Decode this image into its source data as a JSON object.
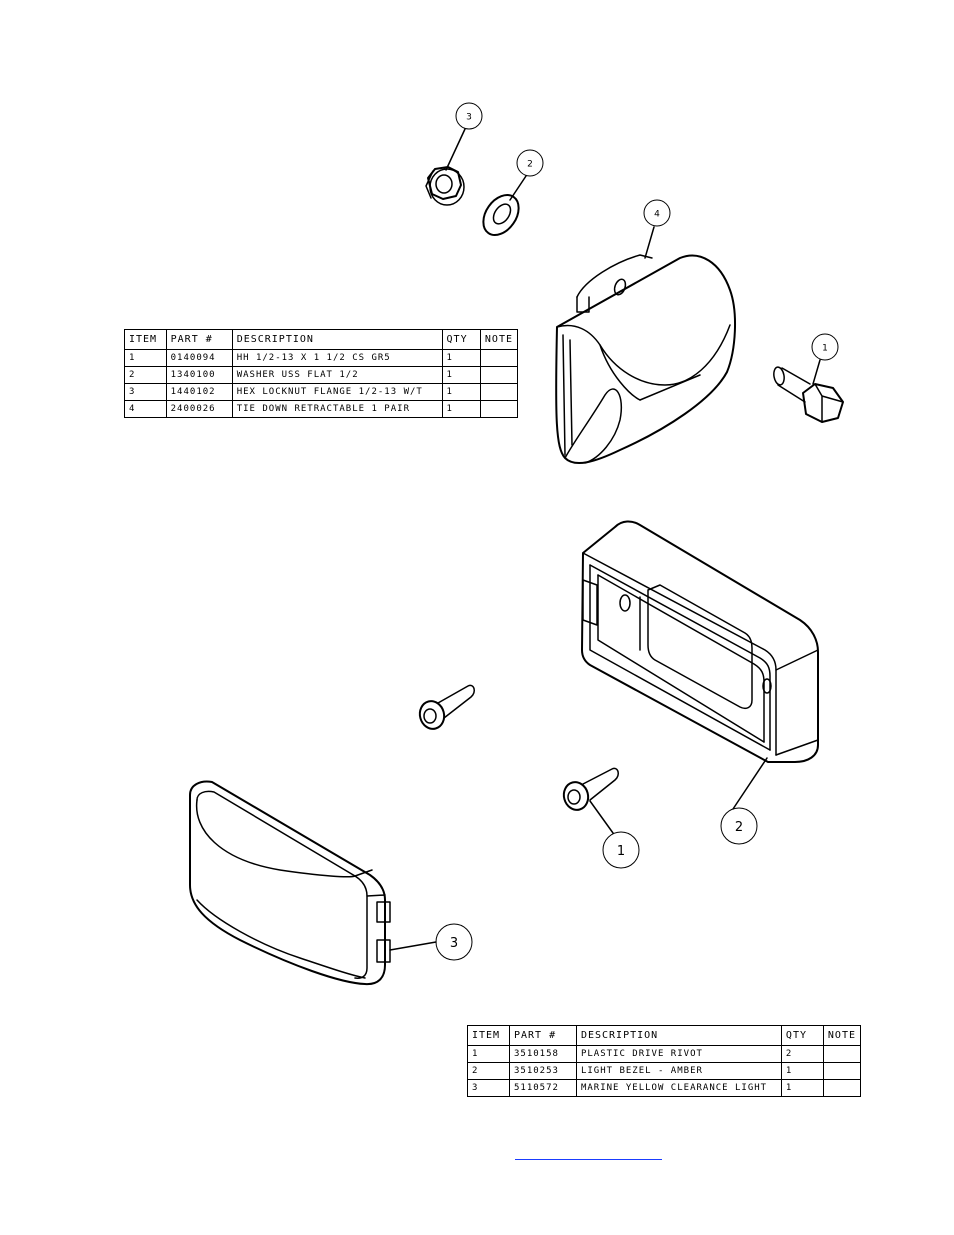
{
  "callouts_upper": [
    "3",
    "2",
    "4",
    "1"
  ],
  "callouts_lower": [
    "2",
    "1",
    "3"
  ],
  "bom_upper": {
    "headers": [
      "ITEM",
      "PART #",
      "DESCRIPTION",
      "QTY",
      "NOTE"
    ],
    "rows": [
      [
        "1",
        "0140094",
        "HH 1/2-13 X 1 1/2 CS GR5",
        "1",
        ""
      ],
      [
        "2",
        "1340100",
        "WASHER USS FLAT 1/2",
        "1",
        ""
      ],
      [
        "3",
        "1440102",
        "HEX LOCKNUT FLANGE 1/2-13 W/T",
        "1",
        ""
      ],
      [
        "4",
        "2400026",
        "TIE DOWN RETRACTABLE 1 PAIR",
        "1",
        ""
      ]
    ]
  },
  "bom_lower": {
    "headers": [
      "ITEM",
      "PART #",
      "DESCRIPTION",
      "QTY",
      "NOTE"
    ],
    "rows": [
      [
        "1",
        "3510158",
        "PLASTIC DRIVE RIVOT",
        "2",
        ""
      ],
      [
        "2",
        "3510253",
        "LIGHT BEZEL - AMBER",
        "1",
        ""
      ],
      [
        "3",
        "5110572",
        "MARINE YELLOW CLEARANCE LIGHT",
        "1",
        ""
      ]
    ]
  },
  "colors": {
    "line": "#000000",
    "link": "#1a3cff",
    "background": "#ffffff"
  }
}
